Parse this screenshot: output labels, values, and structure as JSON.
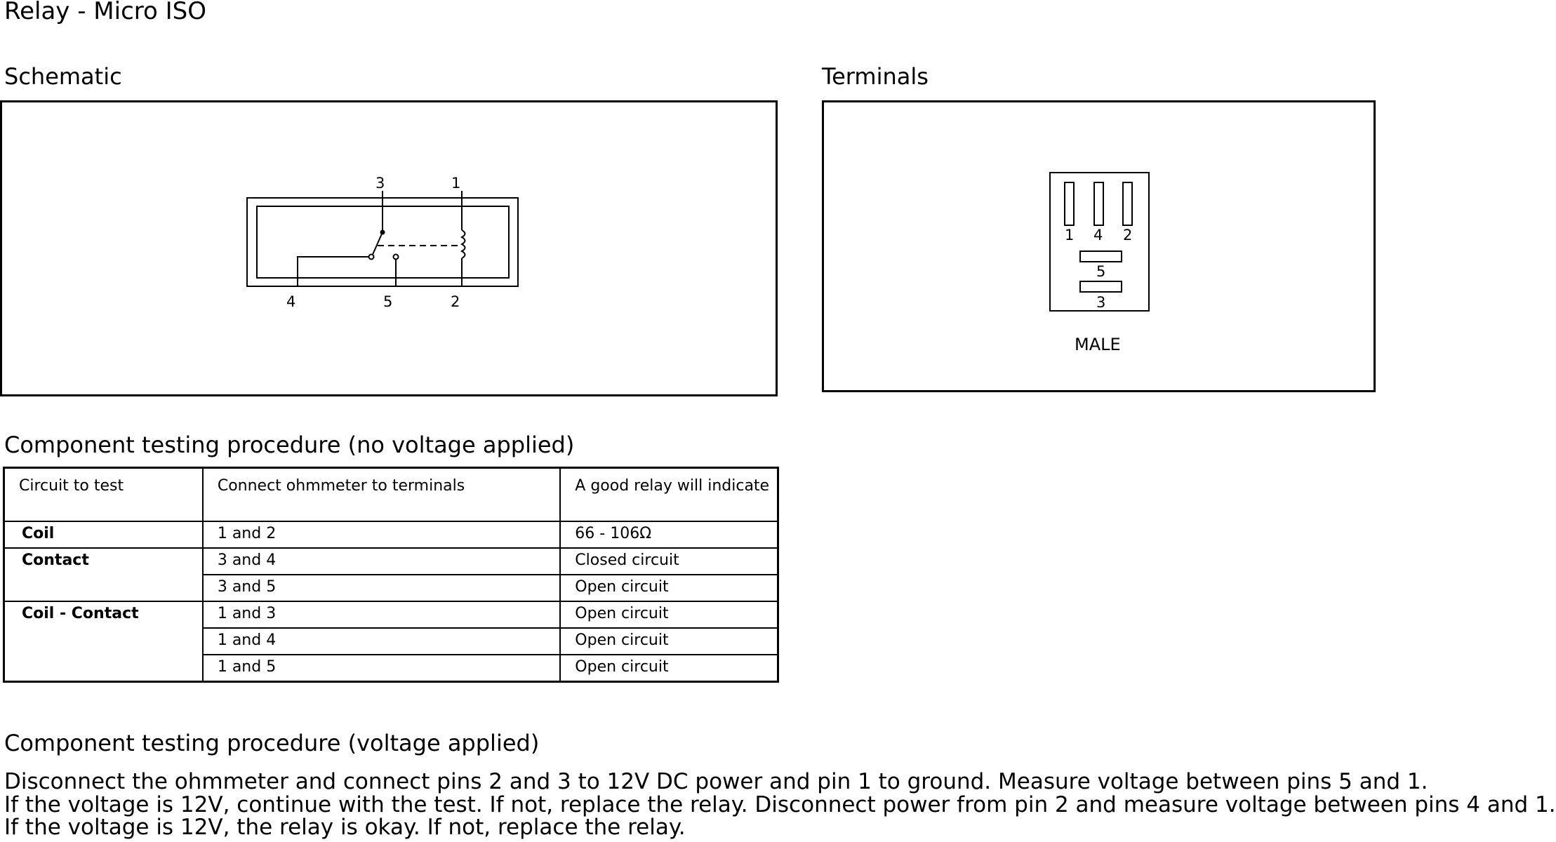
{
  "title": "Relay - Micro ISO",
  "schematic": {
    "heading": "Schematic",
    "pin_labels": {
      "p3": "3",
      "p1": "1",
      "p4": "4",
      "p5": "5",
      "p2": "2"
    }
  },
  "terminals": {
    "heading": "Terminals",
    "pin_labels": {
      "p1": "1",
      "p4": "4",
      "p2": "2",
      "p5": "5",
      "p3": "3"
    },
    "gender": "MALE"
  },
  "no_voltage": {
    "heading": "Component testing procedure (no voltage applied)",
    "columns": [
      "Circuit to test",
      "Connect ohmmeter to terminals",
      "A good relay will indicate"
    ],
    "rows": [
      {
        "circuit": "Coil",
        "terminals": "1 and 2",
        "result": "66 - 106Ω"
      },
      {
        "circuit": "Contact",
        "terminals": "3 and 4",
        "result": "Closed circuit"
      },
      {
        "circuit": "",
        "terminals": "3 and 5",
        "result": "Open circuit"
      },
      {
        "circuit": "Coil - Contact",
        "terminals": "1 and 3",
        "result": "Open circuit"
      },
      {
        "circuit": "",
        "terminals": "1 and 4",
        "result": "Open circuit"
      },
      {
        "circuit": "",
        "terminals": "1 and 5",
        "result": "Open circuit"
      }
    ]
  },
  "voltage": {
    "heading": "Component testing procedure (voltage applied)",
    "lines": [
      "Disconnect the ohmmeter and connect pins 2 and 3 to 12V DC power and pin 1 to ground. Measure voltage between pins 5 and 1.",
      "If the voltage is 12V, continue with the test. If not, replace the relay. Disconnect power from pin 2 and measure voltage between pins 4 and 1.",
      "If the voltage is 12V, the relay is okay. If not, replace the relay."
    ]
  }
}
